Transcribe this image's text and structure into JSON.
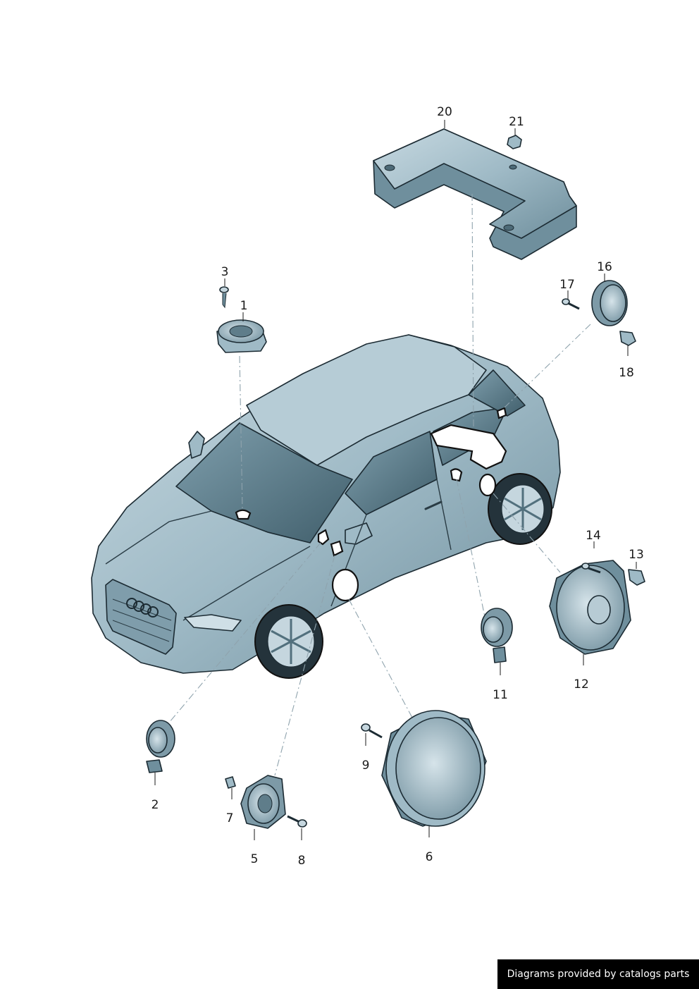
{
  "callouts": {
    "p1": "1",
    "p2": "2",
    "p3": "3",
    "p5": "5",
    "p6": "6",
    "p7": "7",
    "p8": "8",
    "p9": "9",
    "p11": "11",
    "p12": "12",
    "p13": "13",
    "p14": "14",
    "p16": "16",
    "p17": "17",
    "p18": "18",
    "p20": "20",
    "p21": "21"
  },
  "footer": {
    "credit": "Diagrams provided by catalogs parts"
  },
  "colors": {
    "part_fill": "#a9c3cf",
    "part_dark": "#6f8f9d",
    "glass": "#5c7f8f",
    "leader": "#8fa3ad"
  }
}
